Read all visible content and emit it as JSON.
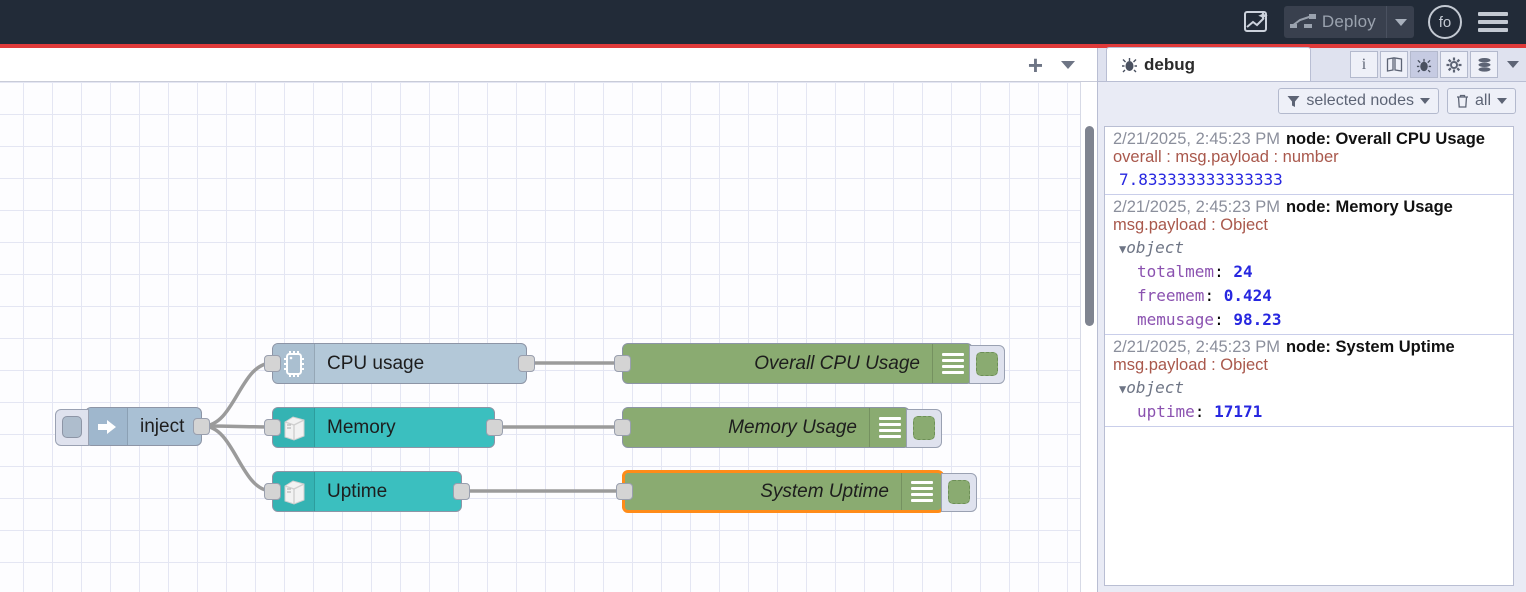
{
  "header": {
    "ai_icon": "ai-sparkle-icon",
    "deploy_label": "Deploy",
    "deploy_icon": "deploy-icon",
    "deploy_caret": "chevron-down-icon",
    "avatar_initials": "fo",
    "menu_icon": "hamburger-menu-icon",
    "accent_color": "#e03a3a",
    "bg_color": "#222b38"
  },
  "canvas_toolbar": {
    "add_label": "+",
    "caret": "chevron-down-icon"
  },
  "flow": {
    "nodes": [
      {
        "id": "inject",
        "label": "inject",
        "type": "inject",
        "icon": "arrow-right-icon",
        "color": "#a9c0d4",
        "selected": false
      },
      {
        "id": "cpu",
        "label": "CPU usage",
        "type": "function",
        "icon": "cpu-chip-icon",
        "color": "#b3c8d8",
        "selected": false
      },
      {
        "id": "memory",
        "label": "Memory",
        "type": "function",
        "icon": "server-box-icon",
        "color": "#3bbfbf",
        "selected": false
      },
      {
        "id": "uptime",
        "label": "Uptime",
        "type": "function",
        "icon": "server-box-icon",
        "color": "#3bbfbf",
        "selected": false
      },
      {
        "id": "dbg_cpu",
        "label": "Overall CPU Usage",
        "type": "debug",
        "color": "#8aab71",
        "selected": false
      },
      {
        "id": "dbg_mem",
        "label": "Memory Usage",
        "type": "debug",
        "color": "#8aab71",
        "selected": false
      },
      {
        "id": "dbg_up",
        "label": "System Uptime",
        "type": "debug",
        "color": "#8aab71",
        "selected": true
      }
    ],
    "selection_color": "#ff8c19"
  },
  "sidebar": {
    "tab": {
      "label": "debug",
      "icon": "bug-icon"
    },
    "tools": [
      {
        "name": "info-icon",
        "glyph": "i",
        "active": false
      },
      {
        "name": "book-icon",
        "glyph": "book",
        "active": false
      },
      {
        "name": "bug-icon",
        "glyph": "bug",
        "active": true
      },
      {
        "name": "gear-icon",
        "glyph": "gear",
        "active": false
      },
      {
        "name": "context-stack-icon",
        "glyph": "stack",
        "active": false
      }
    ],
    "tools_caret": "chevron-down-icon",
    "filters": {
      "node_filter_label": "selected nodes",
      "node_filter_icon": "funnel-icon",
      "clear_label": "all",
      "clear_icon": "trash-icon"
    },
    "messages": [
      {
        "time": "2/21/2025, 2:45:23 PM",
        "node": "node: Overall CPU Usage",
        "topic": "overall : msg.payload : number",
        "kind": "number",
        "value": "7.833333333333333"
      },
      {
        "time": "2/21/2025, 2:45:23 PM",
        "node": "node: Memory Usage",
        "topic": "msg.payload : Object",
        "kind": "object",
        "object_label": "object",
        "rows": [
          {
            "key": "totalmem",
            "value": "24"
          },
          {
            "key": "freemem",
            "value": "0.424"
          },
          {
            "key": "memusage",
            "value": "98.23"
          }
        ]
      },
      {
        "time": "2/21/2025, 2:45:23 PM",
        "node": "node: System Uptime",
        "topic": "msg.payload : Object",
        "kind": "object",
        "object_label": "object",
        "rows": [
          {
            "key": "uptime",
            "value": "17171"
          }
        ]
      }
    ]
  }
}
